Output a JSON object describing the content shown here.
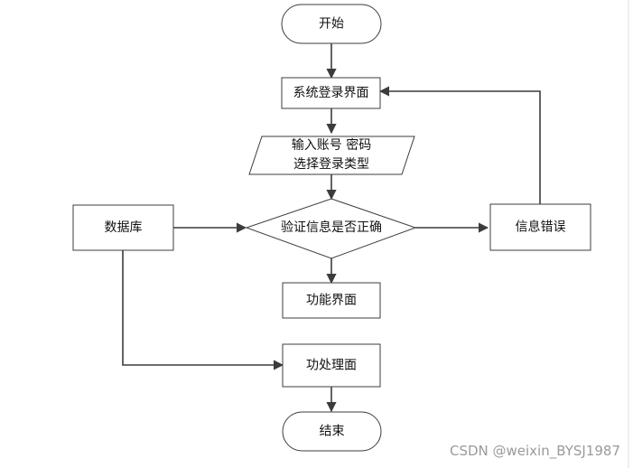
{
  "nodes": {
    "start": "开始",
    "login": "系统登录界面",
    "input_line1": "输入账号 密码",
    "input_line2": "选择登录类型",
    "verify": "验证信息是否正确",
    "database": "数据库",
    "error": "信息错误",
    "function_ui": "功能界面",
    "process_ui": "功处理面",
    "end": "结束"
  },
  "watermark": "CSDN @weixin_BYSJ1987",
  "colors": {
    "stroke": "#3c3c3c",
    "text": "#111111",
    "watermark": "#9a9a9a"
  }
}
